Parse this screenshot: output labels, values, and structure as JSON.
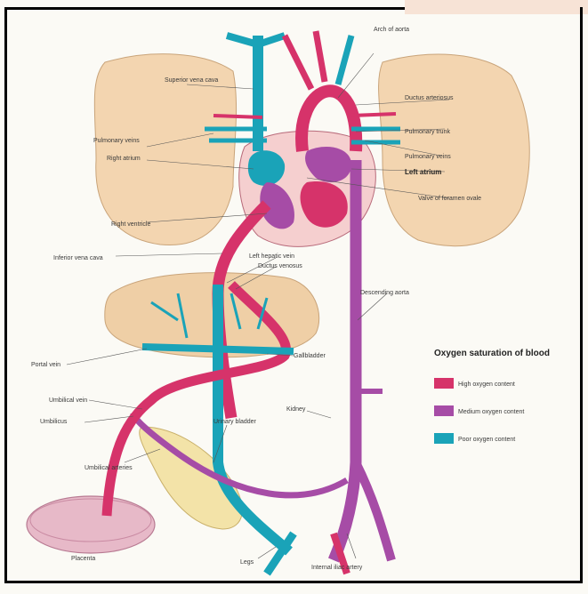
{
  "labels": {
    "arch_of_aorta": "Arch of aorta",
    "superior_vena_cava": "Superior vena cava",
    "ductus_arteriosus": "Ductus arteriosus",
    "pulmonary_trunk": "Pulmonary trunk",
    "pulmonary_veins_right": "Pulmonary veins",
    "pulmonary_veins_left": "Pulmonary veins",
    "right_atrium": "Right atrium",
    "left_atrium": "Left atrium",
    "valve_of_foramen_ovale": "Valve of foramen ovale",
    "right_ventricle": "Right ventricle",
    "inferior_vena_cava": "Inferior vena cava",
    "left_hepatic_vein": "Left hepatic vein",
    "ductus_venosus": "Ductus venosus",
    "descending_aorta": "Descending aorta",
    "portal_vein": "Portal vein",
    "gallbladder": "Gallbladder",
    "umbilical_vein": "Umbilical vein",
    "umbilicus": "Umbilicus",
    "kidney": "Kidney",
    "urinary_bladder": "Urinary bladder",
    "umbilical_arteries": "Umbilical arteries",
    "placenta": "Placenta",
    "internal_iliac_artery": "Internal iliac artery",
    "legs": "Legs"
  },
  "legend": {
    "title": "Oxygen saturation of blood",
    "items": [
      {
        "label": "High oxygen content",
        "color": "#d6336a"
      },
      {
        "label": "Medium oxygen content",
        "color": "#a64ca6"
      },
      {
        "label": "Poor oxygen content",
        "color": "#1aa3b8"
      }
    ]
  },
  "colors": {
    "high": "#d6336a",
    "medium": "#a64ca6",
    "poor": "#1aa3b8",
    "lung": "#f3d5b0",
    "liver": "#efcfa6",
    "bladder": "#f3e3a8",
    "placenta": "#e7b9c8"
  }
}
